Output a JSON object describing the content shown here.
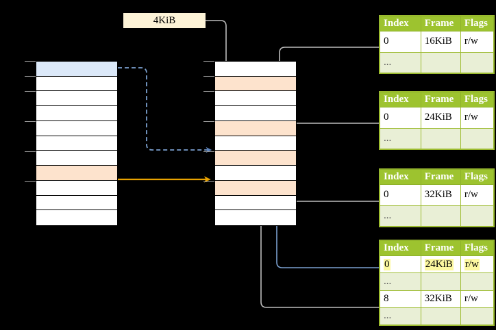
{
  "diagram": {
    "title": "Page table walk diagram",
    "background": "#000000",
    "size_label": {
      "text": "4KiB",
      "bg": "#fdf3d7"
    }
  },
  "colors": {
    "header_green": "#9dc32f",
    "table_border_green": "#9cbb2f",
    "ellipsis_row": "#e9efd6",
    "highlight_yellow": "#fcf8a0",
    "row_blue": "#dce9f9",
    "row_orange": "#fde3cd",
    "wire_gray": "#bdbdbd",
    "wire_blue": "#6b8fc4",
    "wire_orange": "#e8a200"
  },
  "left_panel": {
    "name": "virtual-address-space",
    "row_count": 11,
    "rows": [
      {
        "index": 0,
        "fill": "blue"
      },
      {
        "index": 1,
        "fill": "white"
      },
      {
        "index": 2,
        "fill": "white"
      },
      {
        "index": 3,
        "fill": "white"
      },
      {
        "index": 4,
        "fill": "white"
      },
      {
        "index": 5,
        "fill": "white"
      },
      {
        "index": 6,
        "fill": "white"
      },
      {
        "index": 7,
        "fill": "orange"
      },
      {
        "index": 8,
        "fill": "white"
      },
      {
        "index": 9,
        "fill": "white"
      },
      {
        "index": 10,
        "fill": "white"
      }
    ]
  },
  "right_panel": {
    "name": "physical-address-space",
    "row_count": 11,
    "rows": [
      {
        "index": 0,
        "fill": "white"
      },
      {
        "index": 1,
        "fill": "orange"
      },
      {
        "index": 2,
        "fill": "white"
      },
      {
        "index": 3,
        "fill": "white"
      },
      {
        "index": 4,
        "fill": "orange"
      },
      {
        "index": 5,
        "fill": "white"
      },
      {
        "index": 6,
        "fill": "orange"
      },
      {
        "index": 7,
        "fill": "white"
      },
      {
        "index": 8,
        "fill": "orange"
      },
      {
        "index": 9,
        "fill": "white"
      },
      {
        "index": 10,
        "fill": "white"
      }
    ]
  },
  "tables": [
    {
      "name": "page-table-level-4",
      "headers": [
        "Index",
        "Frame",
        "Flags"
      ],
      "rows": [
        {
          "cells": [
            "0",
            "16KiB",
            "r/w"
          ],
          "ellipsis": false,
          "highlight": false
        },
        {
          "cells": [
            "...",
            "",
            ""
          ],
          "ellipsis": true,
          "highlight": false
        }
      ]
    },
    {
      "name": "page-table-level-3",
      "headers": [
        "Index",
        "Frame",
        "Flags"
      ],
      "rows": [
        {
          "cells": [
            "0",
            "24KiB",
            "r/w"
          ],
          "ellipsis": false,
          "highlight": false
        },
        {
          "cells": [
            "...",
            "",
            ""
          ],
          "ellipsis": true,
          "highlight": false
        }
      ]
    },
    {
      "name": "page-table-level-2",
      "headers": [
        "Index",
        "Frame",
        "Flags"
      ],
      "rows": [
        {
          "cells": [
            "0",
            "32KiB",
            "r/w"
          ],
          "ellipsis": false,
          "highlight": false
        },
        {
          "cells": [
            "...",
            "",
            ""
          ],
          "ellipsis": true,
          "highlight": false
        }
      ]
    },
    {
      "name": "page-table-level-1",
      "headers": [
        "Index",
        "Frame",
        "Flags"
      ],
      "rows": [
        {
          "cells": [
            "0",
            "24KiB",
            "r/w"
          ],
          "ellipsis": false,
          "highlight": true
        },
        {
          "cells": [
            "...",
            "",
            ""
          ],
          "ellipsis": true,
          "highlight": false
        },
        {
          "cells": [
            "8",
            "32KiB",
            "r/w"
          ],
          "ellipsis": false,
          "highlight": false
        },
        {
          "cells": [
            "...",
            "",
            ""
          ],
          "ellipsis": true,
          "highlight": false
        }
      ]
    }
  ],
  "connectors": [
    {
      "name": "size-label-to-frame",
      "style": "solid",
      "color": "#bdbdbd"
    },
    {
      "name": "level4-frame-to-memory",
      "style": "solid",
      "color": "#bdbdbd"
    },
    {
      "name": "level3-frame-to-memory",
      "style": "solid",
      "color": "#bdbdbd"
    },
    {
      "name": "level2-frame-to-memory",
      "style": "solid",
      "color": "#bdbdbd"
    },
    {
      "name": "level1-entry8-to-memory",
      "style": "solid",
      "color": "#bdbdbd"
    },
    {
      "name": "virtual-page-to-physical-frame",
      "style": "dashed",
      "color": "#6b8fc4"
    },
    {
      "name": "mapped-page-to-frame",
      "style": "solid",
      "color": "#e8a200"
    },
    {
      "name": "memory-to-level1-table",
      "style": "solid",
      "color": "#6b8fc4"
    }
  ]
}
